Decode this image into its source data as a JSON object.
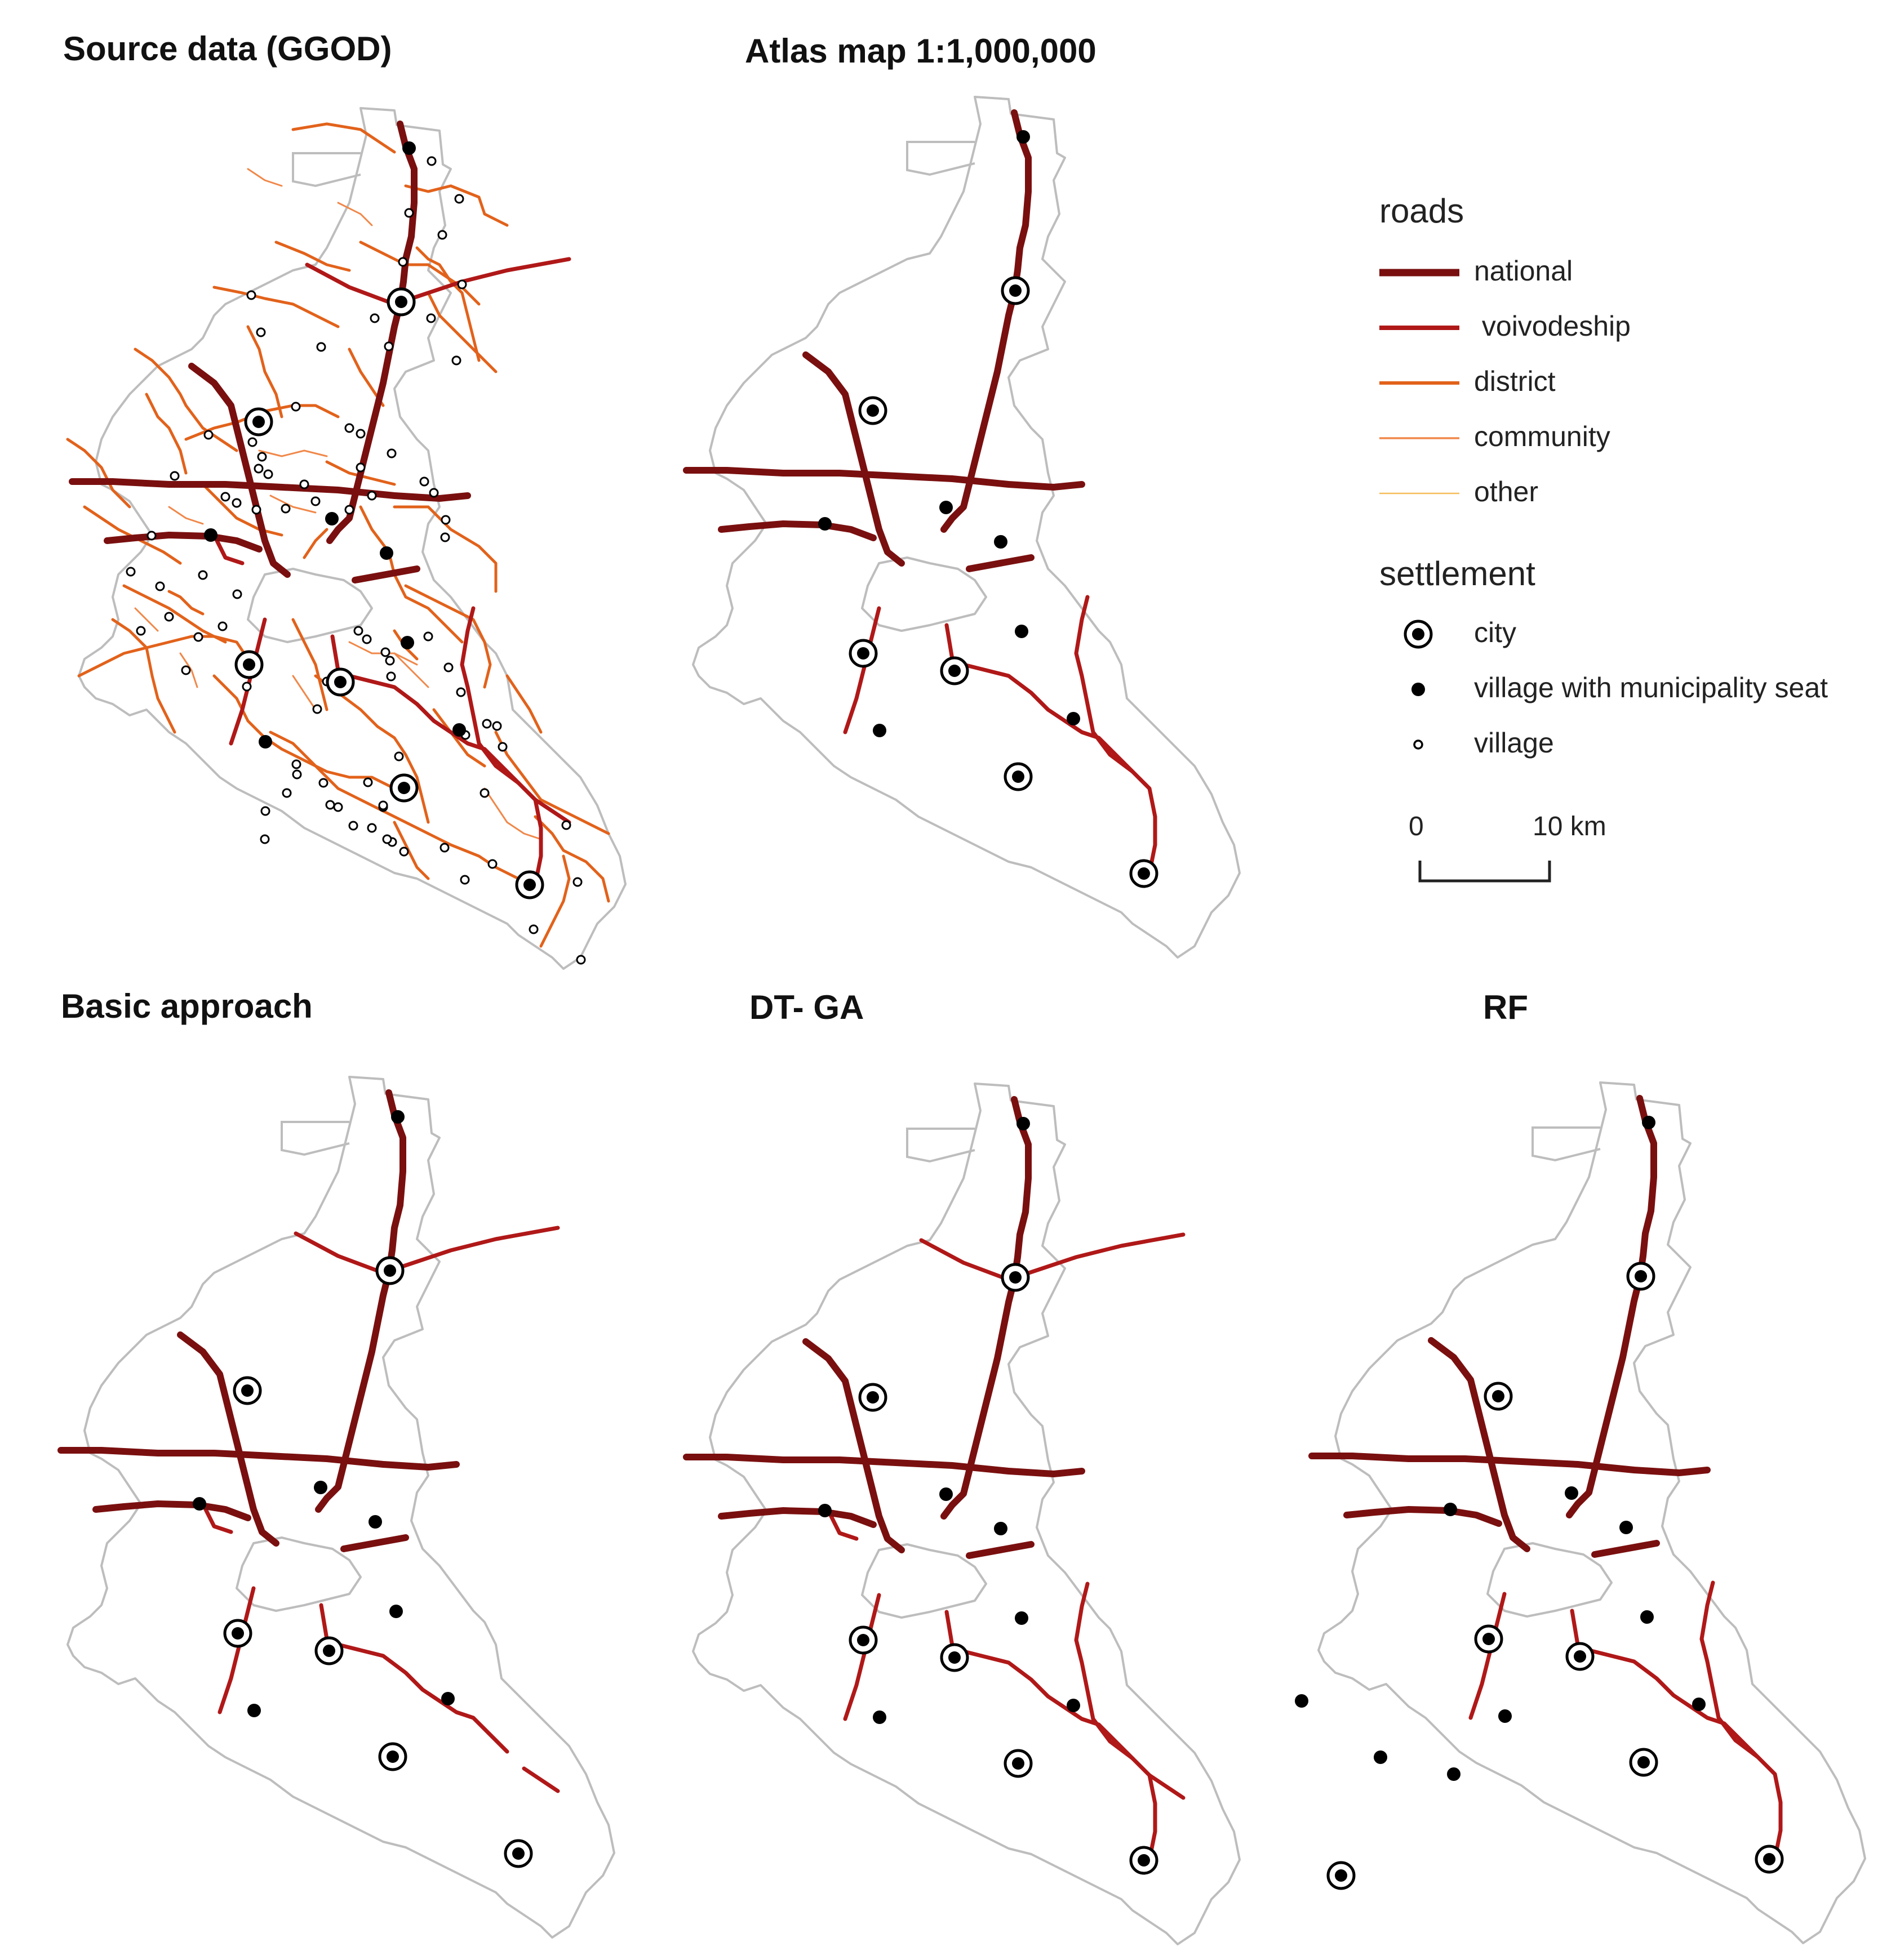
{
  "colors": {
    "national": "#7a0f0f",
    "voivodeship": "#b01818",
    "district": "#e2621b",
    "community": "#f0884a",
    "other": "#f6bd5a",
    "boundary": "#bdbdbd",
    "settlement": "#000000"
  },
  "panels": [
    {
      "id": "source",
      "title": "Source data (GGOD)"
    },
    {
      "id": "atlas",
      "title": "Atlas map 1:1,000,000"
    },
    {
      "id": "basic",
      "title": "Basic approach"
    },
    {
      "id": "dtga",
      "title": "DT- GA"
    },
    {
      "id": "rf",
      "title": "RF"
    }
  ],
  "legend": {
    "roads_heading": "roads",
    "roads": [
      {
        "label": "national",
        "class": "national"
      },
      {
        "label": " voivodeship",
        "class": "voivodeship"
      },
      {
        "label": "district",
        "class": "district"
      },
      {
        "label": "community",
        "class": "community"
      },
      {
        "label": "other",
        "class": "other"
      }
    ],
    "settlement_heading": "settlement",
    "settlements": [
      {
        "label": "city",
        "symbol": "city-icon"
      },
      {
        "label": "village with municipality seat",
        "symbol": "filled-dot-icon"
      },
      {
        "label": "village",
        "symbol": "hollow-dot-icon"
      }
    ]
  },
  "scale_bar": {
    "start_label": "0",
    "end_label": "10 km"
  }
}
